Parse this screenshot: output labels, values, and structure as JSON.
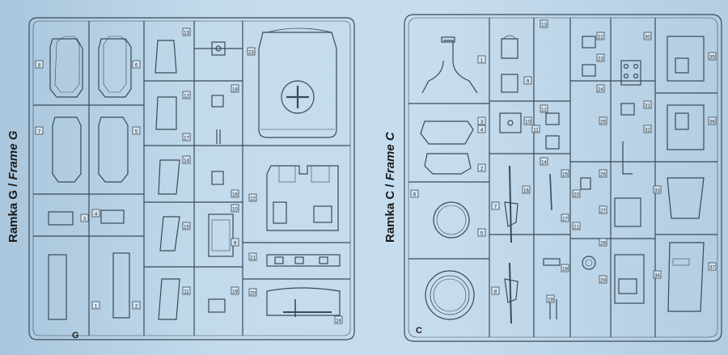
{
  "frames": [
    {
      "id": "G",
      "label_main": "Ramka G",
      "label_sep": " / ",
      "label_sub": "Frame G",
      "corner_letter": "G"
    },
    {
      "id": "C",
      "label_main": "Ramka C",
      "label_sep": " / ",
      "label_sub": "Frame C",
      "corner_letter": "C"
    }
  ],
  "part_numbers_g": [
    "8",
    "6",
    "7",
    "5",
    "3",
    "4",
    "1",
    "2",
    "13",
    "17",
    "12",
    "14",
    "18",
    "15",
    "16",
    "10",
    "9",
    "11",
    "19",
    "23",
    "22",
    "21",
    "20",
    "24"
  ],
  "part_numbers_c": [
    "1",
    "3",
    "4",
    "2",
    "5",
    "6",
    "7",
    "8",
    "9",
    "10",
    "11",
    "12",
    "13",
    "14",
    "15",
    "16",
    "17",
    "18",
    "19",
    "20",
    "21",
    "22",
    "23",
    "24",
    "25",
    "26",
    "27",
    "28",
    "29",
    "30",
    "31",
    "32",
    "33",
    "34",
    "35",
    "36",
    "37"
  ],
  "colors": {
    "background": "#c3dbec",
    "line": "#3a4a58",
    "text": "#1a1a1a"
  }
}
